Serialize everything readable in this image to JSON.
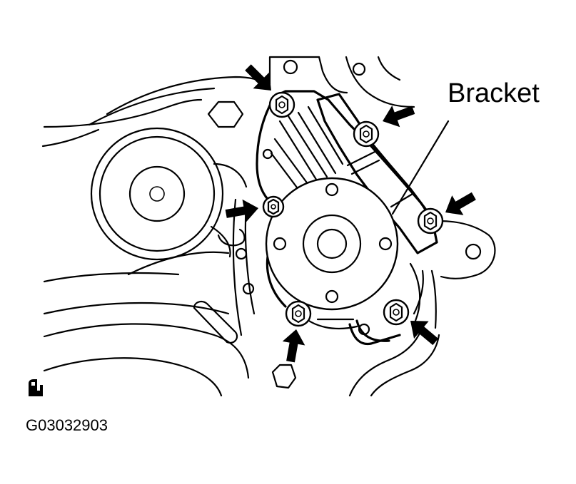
{
  "labels": {
    "bracket": "Bracket"
  },
  "figure_code": "G03032903",
  "icons": {
    "corner_mark": "sealant-symbol-icon"
  },
  "callout_count": 6,
  "colors": {
    "line": "#000000",
    "background": "#ffffff"
  }
}
